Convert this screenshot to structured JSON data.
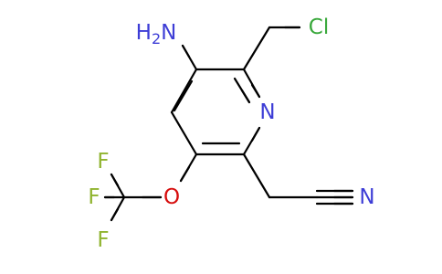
{
  "molecule": {
    "atoms": {
      "amine": "H2N",
      "chlorine": "Cl",
      "ring_nitrogen": "N",
      "ether_oxygen": "O",
      "fluorine_top": "F",
      "fluorine_left": "F",
      "fluorine_bottom": "F",
      "nitrile_nitrogen": "N"
    }
  },
  "colors": {
    "carbon_bond": "#000000",
    "nitrogen": "#3d3dd6",
    "chlorine": "#39a83b",
    "oxygen": "#d60d0d",
    "fluorine": "#8fb32e",
    "background": "#ffffff"
  }
}
